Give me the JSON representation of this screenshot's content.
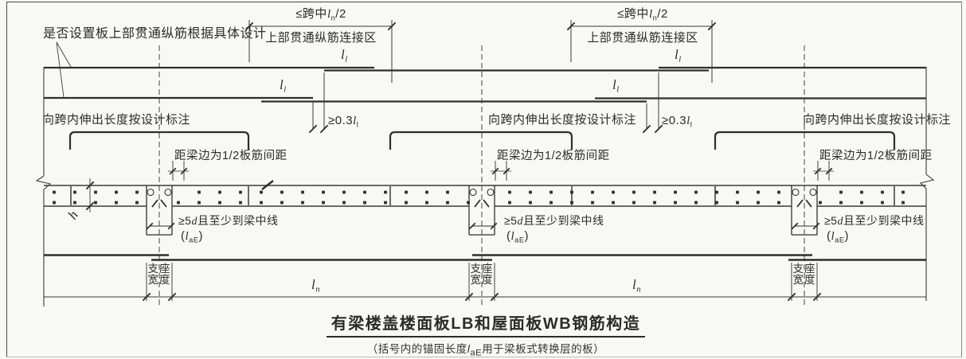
{
  "colors": {
    "ink": "#2f2f2f",
    "paper": "#f8f8f6"
  },
  "drawing": {
    "notes": {
      "top_note": "是否设置板上部贯通纵筋根据具体设计",
      "zone_dim": {
        "pre": "≤跨中",
        "sym": "l",
        "sub": "n",
        "suf": "/2"
      },
      "zone_label": "上部贯通纵筋连接区",
      "lap": {
        "sym": "l",
        "sub": "l"
      },
      "stagger": {
        "pre": "≥0.3",
        "sym": "l",
        "sub": "l"
      },
      "extend_note": "向跨内伸出长度按设计标注",
      "spacing_note": "距梁边为1/2板筋间距",
      "anchor": {
        "pre": "≥5",
        "sym": "d",
        "suf": "且至少到梁中线"
      },
      "anchor_paren": {
        "pre": "(",
        "sym": "l",
        "sub": "aE",
        "suf": ")"
      },
      "support_line1": "支座",
      "support_line2": "宽度",
      "span": {
        "sym": "l",
        "sub": "n"
      },
      "thickness": {
        "sym": "h"
      }
    },
    "title": "有梁楼盖楼面板LB和屋面板WB钢筋构造",
    "subtitle": {
      "pre": "（括号内的锚固长度",
      "sym": "l",
      "sub": "aE",
      "suf": "用于梁板式转换层的板）"
    }
  }
}
